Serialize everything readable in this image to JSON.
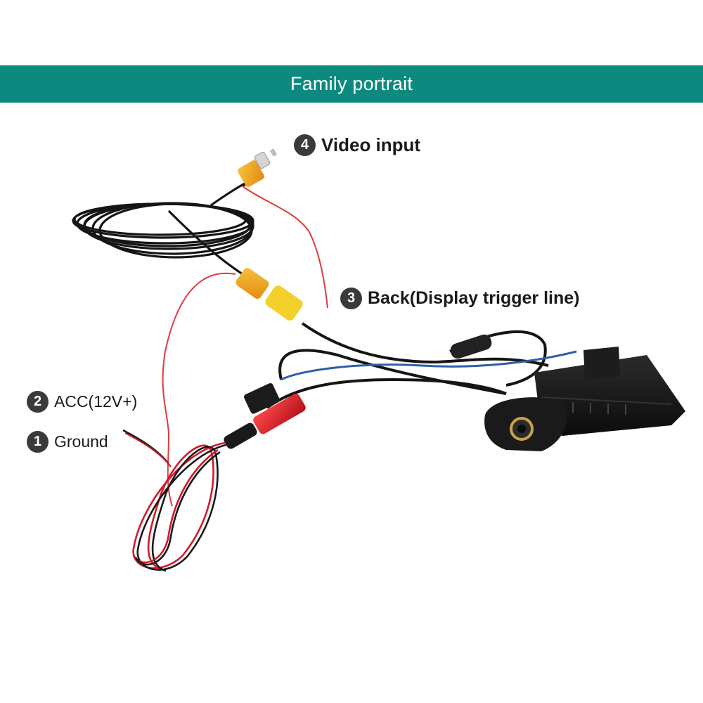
{
  "banner": {
    "title": "Family portrait"
  },
  "callouts": [
    {
      "number": "4",
      "label": "Video input"
    },
    {
      "number": "3",
      "label": "Back(Display trigger line)"
    },
    {
      "number": "2",
      "label": "ACC(12V+)"
    },
    {
      "number": "1",
      "label": "Ground"
    }
  ],
  "colors": {
    "banner": "#0d8a7f",
    "badge": "#3a3a3a",
    "cable_black": "#151515",
    "rca_yellow": "#f3a21c",
    "rca_red": "#e11d2a",
    "trigger_red_wire": "#e03b3b",
    "blue_wire": "#2d5ea8"
  }
}
